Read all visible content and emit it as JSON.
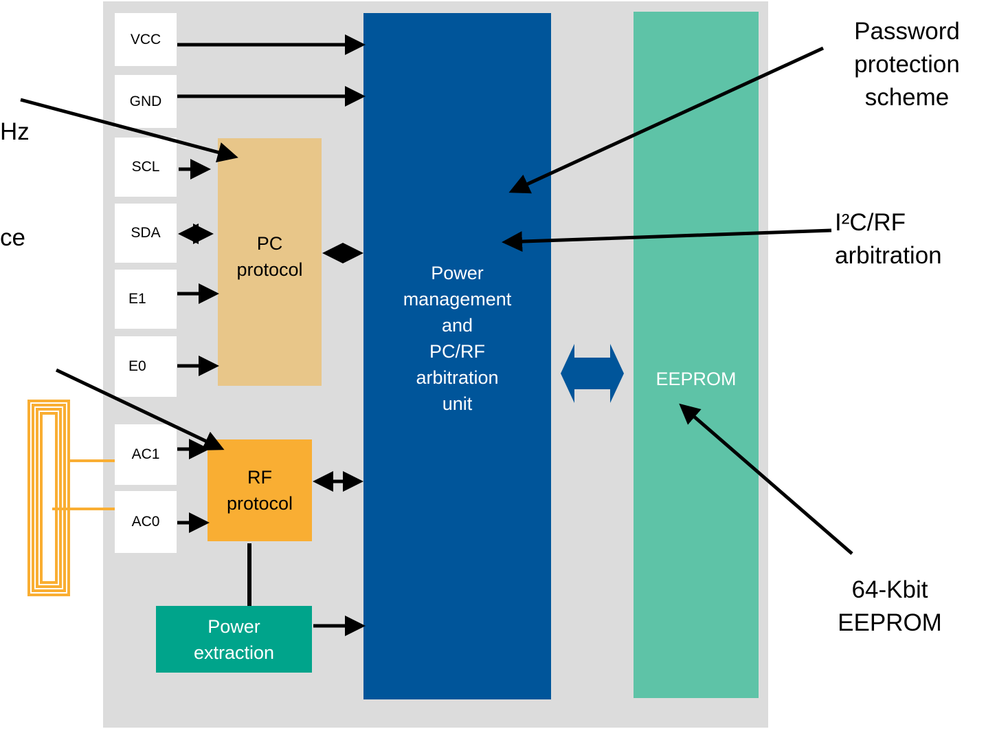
{
  "pins": {
    "vcc": "VCC",
    "gnd": "GND",
    "scl": "SCL",
    "sda": "SDA",
    "e1": "E1",
    "e0": "E0",
    "ac1": "AC1",
    "ac0": "AC0"
  },
  "blocks": {
    "i2c_protocol": "PC\nprotocol",
    "rf_protocol": "RF\nprotocol",
    "power_extraction": "Power\nextraction",
    "power_management": "Power\nmanagement\nand\nPC/RF\narbitration\nunit",
    "eeprom": "EEPROM"
  },
  "annotations": {
    "password": "Password\nprotection\nscheme",
    "arbitration": "I²C/RF\narbitration",
    "eeprom_size": "64-Kbit\nEEPROM",
    "left_clock": "Hz",
    "left_interface": "ce"
  },
  "colors": {
    "chip_background": "#dcdcdc",
    "i2c_block": "#e8c689",
    "rf_block": "#f9ae33",
    "power_extraction": "#00a48b",
    "power_management": "#00559a",
    "eeprom": "#5ec3a7",
    "antenna": "#f9ae33"
  }
}
